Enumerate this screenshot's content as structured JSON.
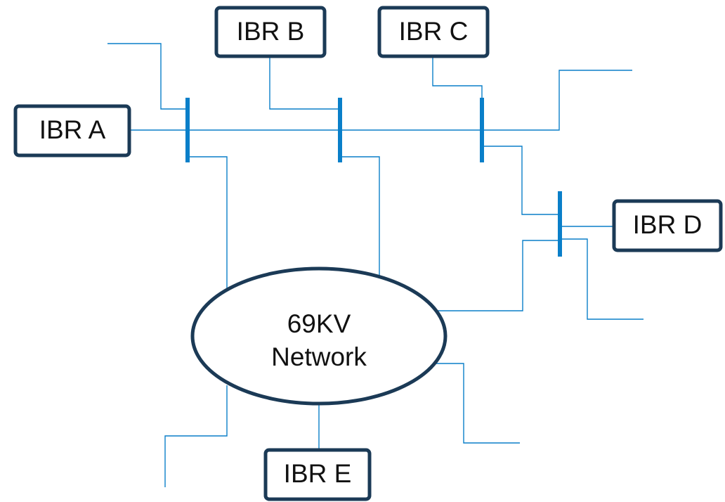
{
  "nodes": {
    "ibr_a": "IBR A",
    "ibr_b": "IBR B",
    "ibr_c": "IBR C",
    "ibr_d": "IBR D",
    "ibr_e": "IBR E"
  },
  "network": {
    "line1": "69KV",
    "line2": "Network"
  },
  "colors": {
    "line": "#0a7fc9",
    "box_border": "#1b3a56",
    "text": "#111111",
    "background": "#ffffff"
  }
}
